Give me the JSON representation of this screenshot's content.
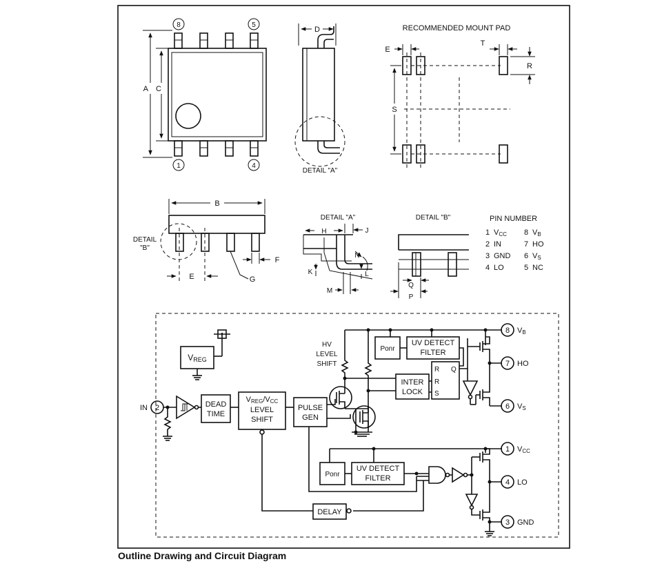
{
  "outline": {
    "pins_top": [
      "8",
      "5"
    ],
    "pins_bottom": [
      "1",
      "4"
    ],
    "dim_A": "A",
    "dim_C": "C",
    "dim_D": "D",
    "detail_a_ref": "DETAIL \"A\"",
    "dim_B": "B",
    "detail_b_ref": "DETAIL\n\"B\"",
    "detail_b_line1": "DETAIL",
    "detail_b_line2": "\"B\"",
    "dim_E": "E",
    "dim_F": "F",
    "dim_G": "G"
  },
  "mount_pad": {
    "title": "RECOMMENDED MOUNT PAD",
    "dim_E": "E",
    "dim_T": "T",
    "dim_R": "R",
    "dim_S": "S"
  },
  "detail_a": {
    "title": "DETAIL \"A\"",
    "dim_H": "H",
    "dim_J": "J",
    "dim_N": "N",
    "dim_K": "K",
    "dim_L": "L",
    "dim_M": "M"
  },
  "detail_b": {
    "title": "DETAIL \"B\"",
    "dim_Q": "Q",
    "dim_P": "P"
  },
  "pin_table": {
    "title": "PIN NUMBER",
    "rows": [
      {
        "num_left": "1",
        "name_left": "V",
        "sub_left": "CC",
        "num_right": "8",
        "name_right": "V",
        "sub_right": "B"
      },
      {
        "num_left": "2",
        "name_left": "IN",
        "sub_left": "",
        "num_right": "7",
        "name_right": "HO",
        "sub_right": ""
      },
      {
        "num_left": "3",
        "name_left": "GND",
        "sub_left": "",
        "num_right": "6",
        "name_right": "V",
        "sub_right": "S"
      },
      {
        "num_left": "4",
        "name_left": "LO",
        "sub_left": "",
        "num_right": "5",
        "name_right": "NC",
        "sub_right": ""
      }
    ]
  },
  "circuit": {
    "in_label": "IN",
    "in_pin": "2",
    "vreg": "V",
    "vreg_sub": "REG",
    "dead_time_1": "DEAD",
    "dead_time_2": "TIME",
    "ls_v1": "V",
    "ls_sub1": "REG",
    "ls_slash": "/V",
    "ls_sub2": "CC",
    "ls_2": "LEVEL",
    "ls_3": "SHIFT",
    "pulse_1": "PULSE",
    "pulse_2": "GEN",
    "hv_1": "HV",
    "hv_2": "LEVEL",
    "hv_3": "SHIFT",
    "ponr_hi": "Ponr",
    "uv_hi_1": "UV DETECT",
    "uv_hi_2": "FILTER",
    "interlock_1": "INTER",
    "interlock_2": "LOCK",
    "latch_r": "R",
    "latch_q": "Q",
    "latch_r2": "R",
    "latch_s": "S",
    "ponr_lo": "Ponr",
    "uv_lo_1": "UV DETECT",
    "uv_lo_2": "FILTER",
    "delay": "DELAY",
    "pin8": "8",
    "pin8_label": "V",
    "pin8_sub": "B",
    "pin7": "7",
    "pin7_label": "HO",
    "pin6": "6",
    "pin6_label": "V",
    "pin6_sub": "S",
    "pin1": "1",
    "pin1_label": "V",
    "pin1_sub": "CC",
    "pin4": "4",
    "pin4_label": "LO",
    "pin3": "3",
    "pin3_label": "GND"
  },
  "caption": "Outline Drawing and Circuit Diagram"
}
